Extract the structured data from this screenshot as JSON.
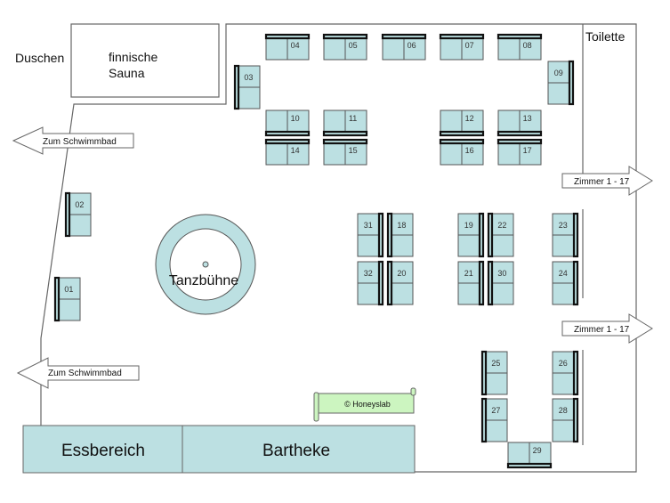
{
  "rooms": {
    "showers": "Duschen",
    "sauna_line1": "finnische",
    "sauna_line2": "Sauna",
    "toilet": "Toilette",
    "dance_floor": "Tanzbühne",
    "dining": "Essbereich",
    "bar": "Bartheke"
  },
  "arrows": {
    "pool_top": "Zum Schwimmbad",
    "pool_bottom": "Zum Schwimmbad",
    "rooms_top": "Zimmer 1 - 17",
    "rooms_bottom": "Zimmer 1 - 17"
  },
  "banner": {
    "text": "© Honeyslab"
  },
  "colors": {
    "table_fill": "#bce0e2",
    "banner_fill": "#ccf5c0",
    "outline": "#666666"
  },
  "tables": [
    {
      "id": "01",
      "orient": "v",
      "bench": "left"
    },
    {
      "id": "02",
      "orient": "v",
      "bench": "left"
    },
    {
      "id": "03",
      "orient": "v",
      "bench": "left"
    },
    {
      "id": "04",
      "orient": "h",
      "bench": "top"
    },
    {
      "id": "05",
      "orient": "h",
      "bench": "top"
    },
    {
      "id": "06",
      "orient": "h",
      "bench": "top"
    },
    {
      "id": "07",
      "orient": "h",
      "bench": "top"
    },
    {
      "id": "08",
      "orient": "h",
      "bench": "top"
    },
    {
      "id": "09",
      "orient": "v",
      "bench": "right"
    },
    {
      "id": "10",
      "orient": "h",
      "bench": "bottom"
    },
    {
      "id": "11",
      "orient": "h",
      "bench": "bottom"
    },
    {
      "id": "12",
      "orient": "h",
      "bench": "bottom"
    },
    {
      "id": "13",
      "orient": "h",
      "bench": "bottom"
    },
    {
      "id": "14",
      "orient": "h",
      "bench": "top"
    },
    {
      "id": "15",
      "orient": "h",
      "bench": "top"
    },
    {
      "id": "16",
      "orient": "h",
      "bench": "top"
    },
    {
      "id": "17",
      "orient": "h",
      "bench": "top"
    },
    {
      "id": "31",
      "orient": "v",
      "bench": "right"
    },
    {
      "id": "18",
      "orient": "v",
      "bench": "left"
    },
    {
      "id": "32",
      "orient": "v",
      "bench": "right"
    },
    {
      "id": "20",
      "orient": "v",
      "bench": "left"
    },
    {
      "id": "19",
      "orient": "v",
      "bench": "right"
    },
    {
      "id": "22",
      "orient": "v",
      "bench": "left"
    },
    {
      "id": "21",
      "orient": "v",
      "bench": "right"
    },
    {
      "id": "30",
      "orient": "v",
      "bench": "left"
    },
    {
      "id": "23",
      "orient": "v",
      "bench": "right"
    },
    {
      "id": "24",
      "orient": "v",
      "bench": "right"
    },
    {
      "id": "25",
      "orient": "v",
      "bench": "left"
    },
    {
      "id": "26",
      "orient": "v",
      "bench": "right"
    },
    {
      "id": "27",
      "orient": "v",
      "bench": "left"
    },
    {
      "id": "28",
      "orient": "v",
      "bench": "right"
    },
    {
      "id": "29",
      "orient": "h",
      "bench": "bottom"
    }
  ]
}
